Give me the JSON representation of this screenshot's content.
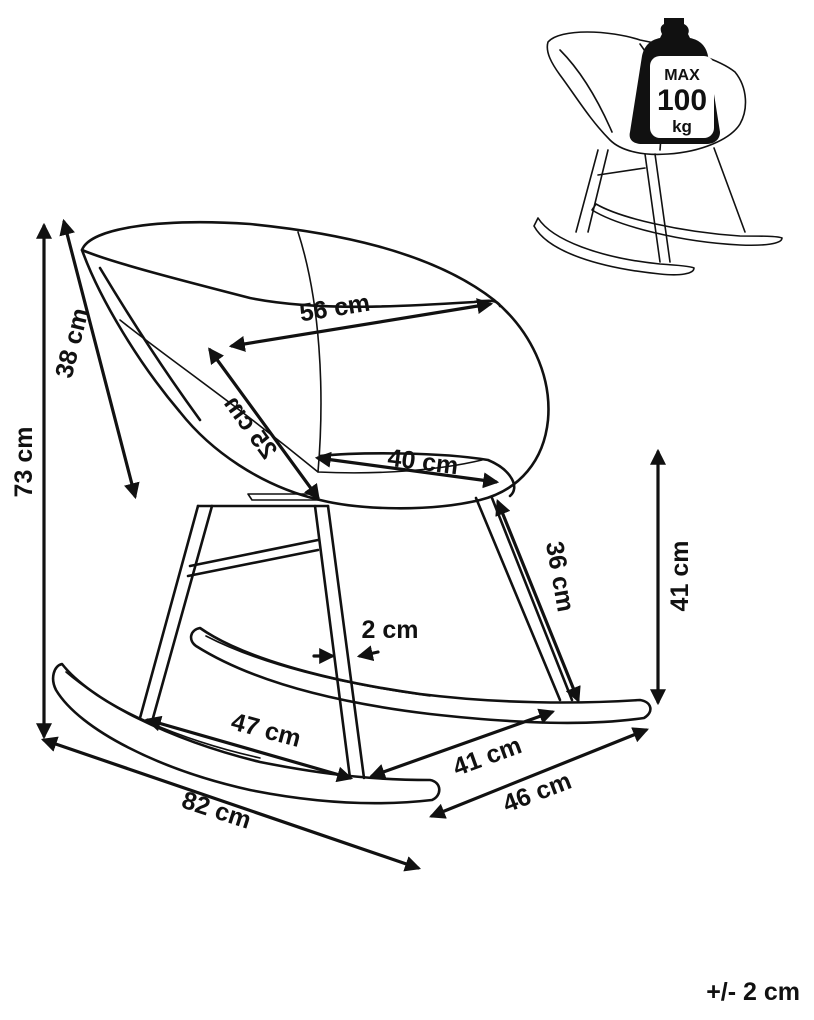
{
  "dimensions": {
    "seat_width": "56 cm",
    "backrest_height": "38 cm",
    "seat_depth": "25 cm",
    "seat_front": "40 cm",
    "leg_length": "36 cm",
    "seat_height": "41 cm",
    "total_height": "73 cm",
    "leg_thickness": "2 cm",
    "rocker_inner": "47 cm",
    "base_depth": "41 cm",
    "total_length": "82 cm",
    "total_width": "46 cm"
  },
  "max_load": {
    "line1": "MAX",
    "line2": "100",
    "line3": "kg"
  },
  "tolerance": "+/- 2 cm",
  "colors": {
    "line": "#111111",
    "background": "#ffffff"
  },
  "icons": [
    "weight-icon"
  ]
}
